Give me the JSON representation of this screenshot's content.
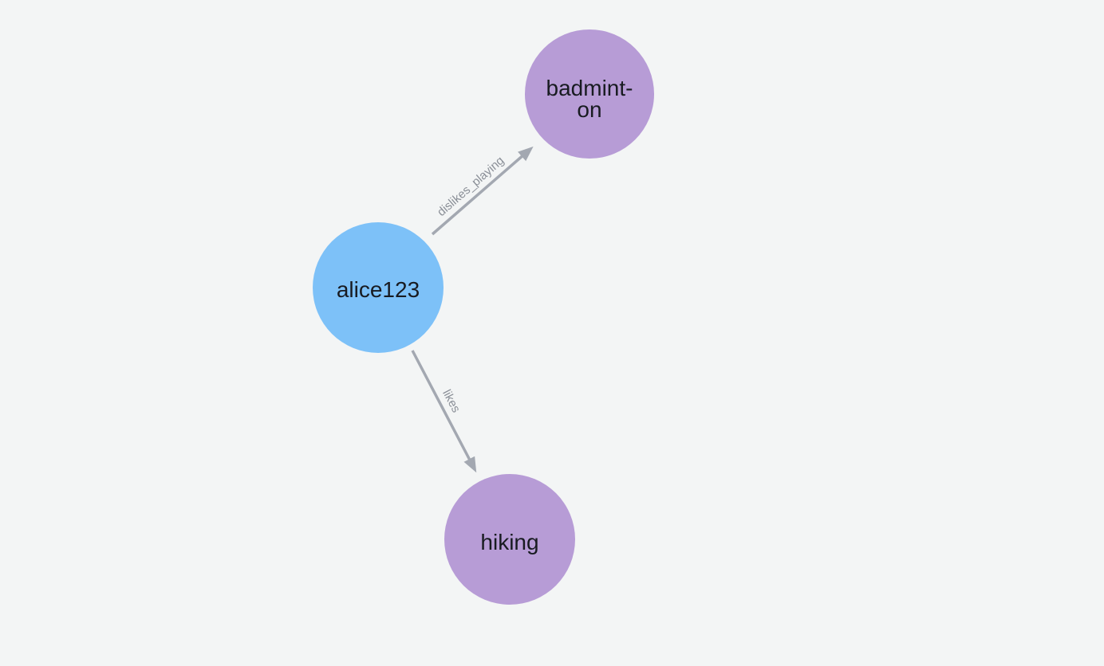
{
  "canvas": {
    "background": "#F3F5F5"
  },
  "graph": {
    "nodes": [
      {
        "id": "alice123",
        "label": "alice123",
        "display_lines": [
          "alice123"
        ],
        "color": "#7DC1F8",
        "text_color": "#181B21"
      },
      {
        "id": "badminton",
        "label": "badminton",
        "display_lines": [
          "badmint-",
          "on"
        ],
        "color": "#B79CD6",
        "text_color": "#181B21"
      },
      {
        "id": "hiking",
        "label": "hiking",
        "display_lines": [
          "hiking"
        ],
        "color": "#B79CD6",
        "text_color": "#181B21"
      }
    ],
    "edges": [
      {
        "from": "alice123",
        "to": "badminton",
        "label": "dislikes_playing"
      },
      {
        "from": "alice123",
        "to": "hiking",
        "label": "likes"
      }
    ],
    "edge_style": {
      "color": "#A3A8B1",
      "label_color": "#8A8F97"
    }
  }
}
